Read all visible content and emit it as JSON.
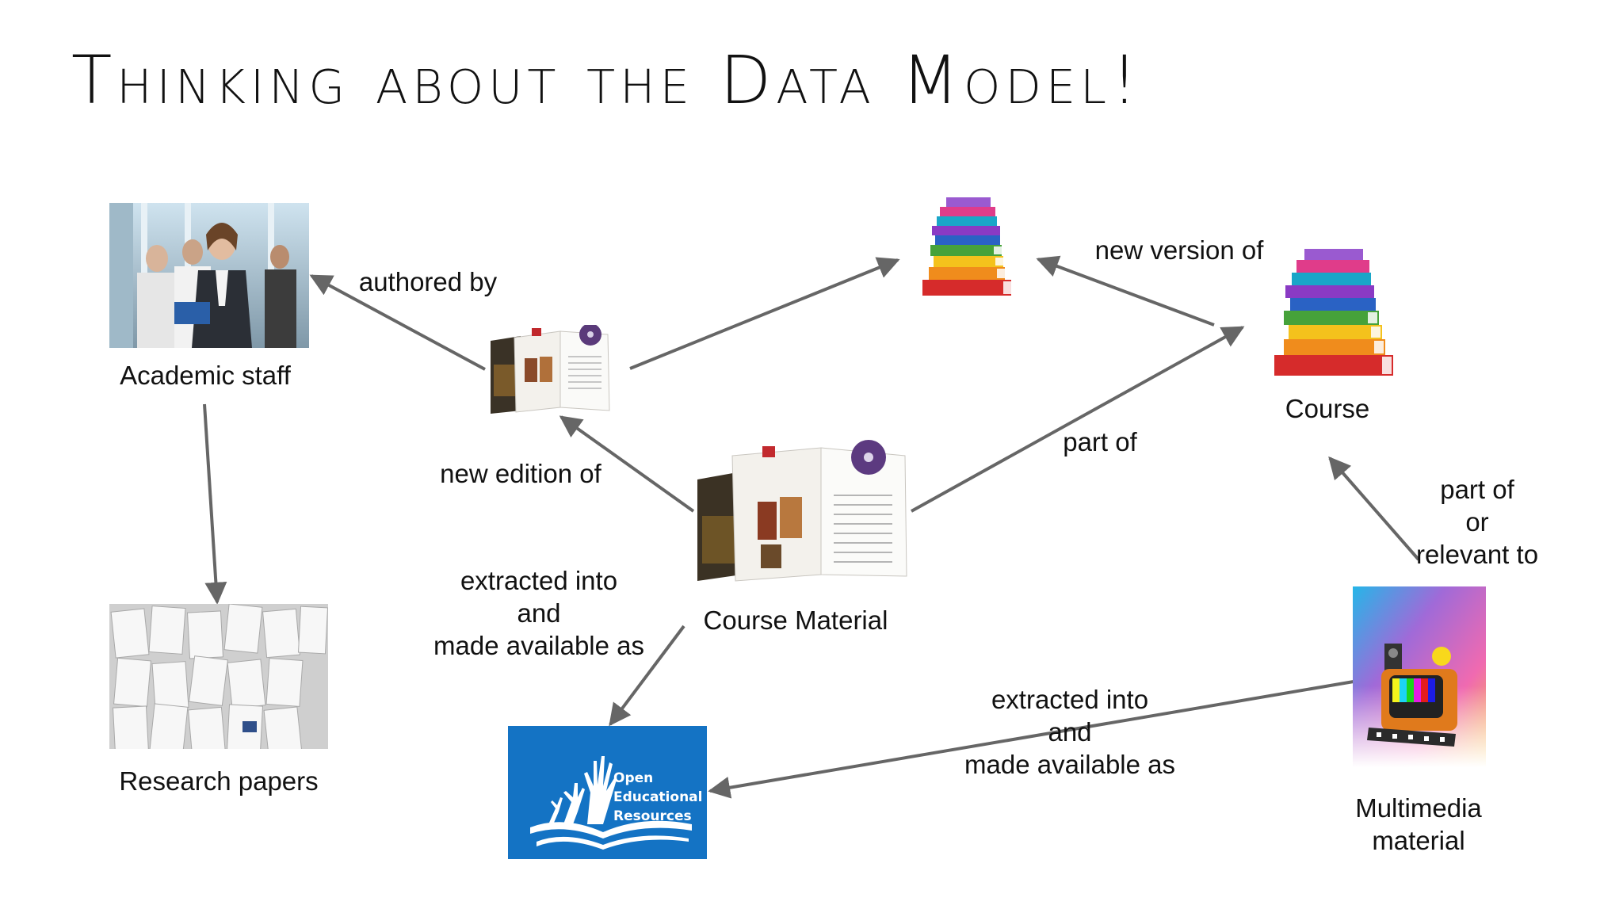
{
  "title": "Thinking about the Data Model!",
  "nodes": {
    "academic_staff": "Academic staff",
    "research_papers": "Research papers",
    "course_material": "Course Material",
    "course": "Course",
    "multimedia_line1": "Multimedia",
    "multimedia_line2": "material",
    "oer_line1": "Open",
    "oer_line2": "Educational",
    "oer_line3": "Resources"
  },
  "edges": {
    "authored_by": "authored by",
    "new_version_of": "new version of",
    "new_edition_of": "new edition of",
    "part_of": "part of",
    "part_of_or": [
      "part of",
      "or",
      "relevant to"
    ],
    "extracted_1": [
      "extracted into",
      "and",
      "made available as"
    ],
    "extracted_2": [
      "extracted into",
      "and",
      "made available as"
    ]
  },
  "colors": {
    "arrow": "#666666",
    "oer_blue": "#1473c4"
  }
}
